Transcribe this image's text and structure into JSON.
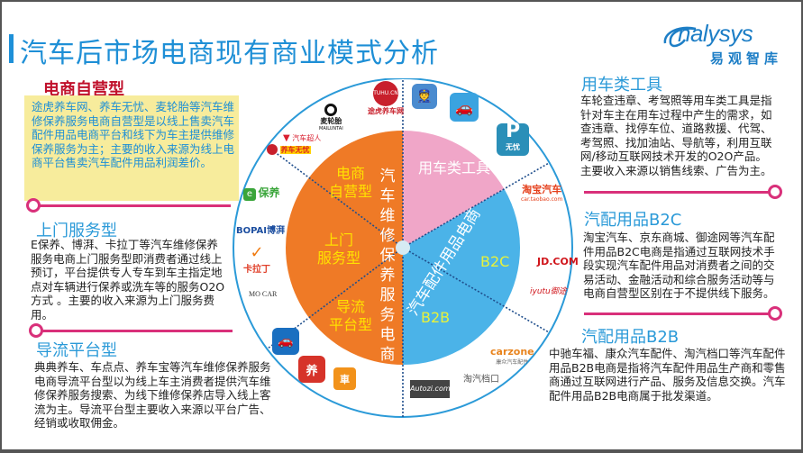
{
  "header": {
    "title": "汽车后市场电商现有商业模式分析",
    "logo_en": "nalysys",
    "logo_cn": "易观智库",
    "accent_color": "#1e8fd6"
  },
  "left": {
    "self_operated": {
      "title": "电商自营型",
      "body": "途虎养车网、养车无忧、麦轮胎等汽车维修保养服务电商自营型是以线上售卖汽车配件用品电商平台和线下为车主提供维修保养服务为主；主要的收入来源为线上电商平台售卖汽车配件用品利润差价。"
    },
    "door_to_door": {
      "title": "上门服务型",
      "body": "E保养、博湃、卡拉丁等汽车维修保养服务电商上门服务型即消费者通过线上预订，平台提供专人专车到车主指定地点对车辆进行保养或洗车等的服务O2O方式 。主要的收入来源为上门服务费用。"
    },
    "traffic_platform": {
      "title": "导流平台型",
      "body": "典典养车、车点点、养车宝等汽车维修保养服务电商导流平台型以为线上车主消费者提供汽车维修保养服务搜索、为线下维修保养店导入线上客流为主。导流平台型主要收入来源以平台广告、经销或收取佣金。"
    }
  },
  "right": {
    "car_tools": {
      "title": "用车类工具",
      "body": "车轮查违章、考驾照等用车类工具是指针对车主在用车过程中产生的需求，如查违章、找停车位、道路救援、代驾、考驾照、找加油站、导航等，利用互联网/移动互联网技术开发的O2O产品。主要收入来源以销售线索、广告为主。"
    },
    "b2c": {
      "title": "汽配用品B2C",
      "body": "淘宝汽车、京东商城、御途网等汽车配件用品B2C电商是指通过互联网技术手段实现汽车配件用品对消费者之间的交易活动、金融活动和综合服务活动等与电商自营型区别在于不提供线下服务。"
    },
    "b2b": {
      "title": "汽配用品B2B",
      "body": "中驰车福、康众汽车配件、淘汽档口等汽车配件用品B2B电商是指将汽车配件用品生产商和零售商通过互联网进行产品、服务及信息交换。汽车配件用品B2B电商属于批发渠道。"
    }
  },
  "wheel": {
    "left_half_label": "汽车维修保养服务电商",
    "left_half_chars": [
      "汽",
      "车",
      "维",
      "修",
      "保",
      "养",
      "服",
      "务",
      "电",
      "商"
    ],
    "right_lower_label": "汽车配件用品电商",
    "segments": {
      "self_operated": [
        "电商",
        "自营型"
      ],
      "door_to_door": [
        "上门",
        "服务型"
      ],
      "traffic_platform": [
        "导流",
        "平台型"
      ],
      "car_tools": "用车类工具",
      "b2c": "B2C",
      "b2b": "B2B"
    },
    "colors": {
      "orange": "#ef7a26",
      "pink": "#f0a6c8",
      "blue": "#4bb3e8",
      "ring": "#2b9ad8",
      "divider": "#d9307a"
    }
  },
  "brands": {
    "tuhu": "途虎养车网",
    "tuhu_badge": "TUHU.CN",
    "mailuntai": "麦轮胎",
    "mailuntai_en": "MAILUNTAI",
    "qichechaoren": "汽车超人",
    "yangchewuyou": "养车无忧",
    "ebaoyang": "保养",
    "bopai": "BOPAI博湃",
    "kalading": "卡拉丁",
    "mocar": "MO CAR",
    "taobao_car": "淘宝汽车",
    "taobao_car_url": "car.taobao.com",
    "jd": "JD.COM",
    "yutu": "iyutu御途",
    "carzone": "carzone",
    "carzone_cn": "康众汽车配件",
    "taoqi": "淘汽档口",
    "autozi": "Autozi.com",
    "parking_app": "无忧",
    "dianping_car": "养",
    "chediandian": "車"
  }
}
